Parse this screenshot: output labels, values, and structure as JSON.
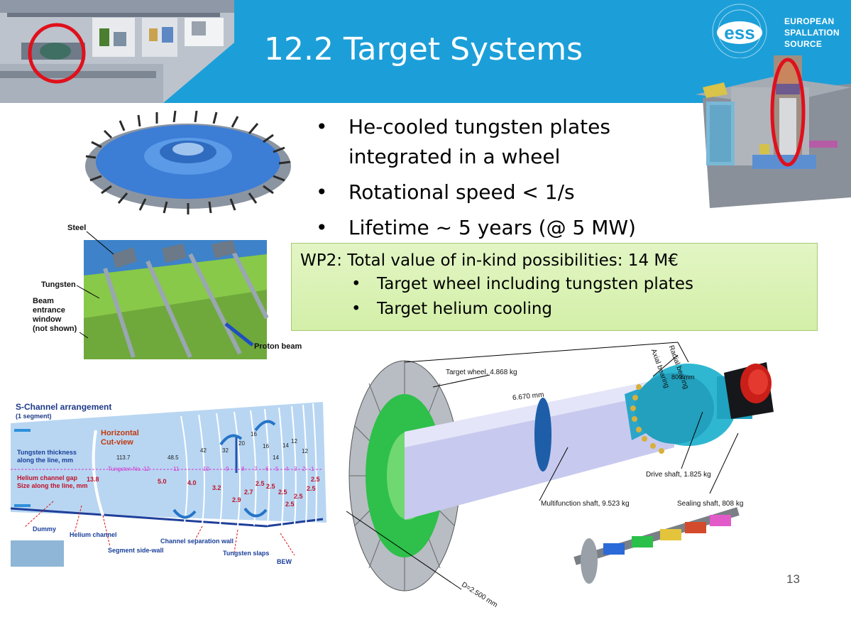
{
  "header": {
    "title": "12.2 Target Systems",
    "logo_text": "ess",
    "org_name_lines": [
      "EUROPEAN",
      "SPALLATION",
      "SOURCE"
    ],
    "bg_color": "#1c9fd8"
  },
  "bullets": [
    "He-cooled tungsten plates integrated in a wheel",
    "Rotational speed < 1/s",
    "Lifetime ~ 5 years (@ 5 MW)"
  ],
  "wp_box": {
    "title": "WP2: Total value of in-kind possibilities: 14 M€",
    "items": [
      "Target wheel including tungsten plates",
      "Target helium cooling"
    ],
    "bg_color": "#d8f1b3"
  },
  "wheel_section": {
    "labels": {
      "steel": "Steel",
      "tungsten": "Tungsten",
      "bew": "Beam\nentrance\nwindow\n(not shown)",
      "proton": "Proton beam"
    }
  },
  "s_channel": {
    "title": "S-Channel arrangement",
    "subtitle": "(1 segment)",
    "horizontal": "Horizontal\nCut-view",
    "thickness_label": "Tungsten thickness\nalong the line, mm",
    "gap_label": "Helium channel gap\nSize along the line, mm",
    "tungsten_no": "Tungsten No. 12",
    "thickness_values": [
      "113.7",
      "48.5",
      "42",
      "32",
      "20",
      "16",
      "16",
      "14",
      "14",
      "12",
      "12"
    ],
    "plate_numbers": [
      "11",
      "10",
      "9",
      "8",
      "7",
      "6",
      "5",
      "4",
      "3",
      "2",
      "1"
    ],
    "gap_values": [
      "13.8",
      "5.0",
      "4.0",
      "3.2",
      "2.7",
      "2.9",
      "2.5",
      "2.5",
      "2.5",
      "2.5",
      "2.5",
      "2.5",
      "2.5"
    ],
    "bottom_labels": {
      "dummy": "Dummy",
      "helium": "Helium channel",
      "side_wall": "Segment side-wall",
      "sep_wall": "Channel separation wall",
      "slaps": "Tungsten slaps",
      "bew": "BEW"
    }
  },
  "shaft": {
    "target_wheel": "Target wheel, 4.868 kg",
    "length": "6.670 mm",
    "radial_bearing": "Radial bearing",
    "axial_bearing": "Axial bearing",
    "bearing_dist": "800 mm",
    "drive_shaft": "Drive shaft, 1.825 kg",
    "multifunction": "Multifunction  shaft, 9.523 kg",
    "sealing": "Sealing shaft, 808 kg",
    "diameter": "D=2.500 mm"
  },
  "page_number": "13"
}
